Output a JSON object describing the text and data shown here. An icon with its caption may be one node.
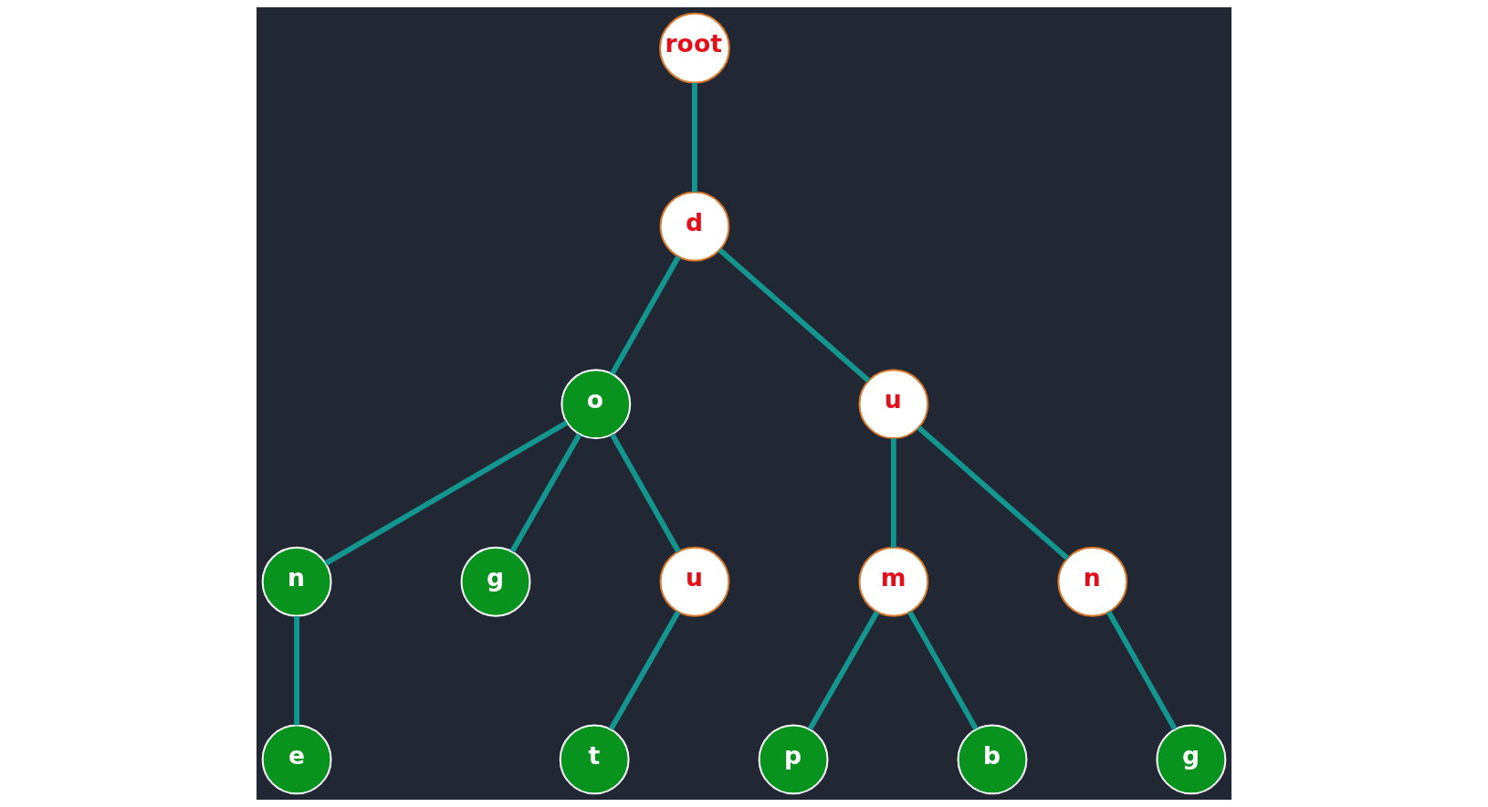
{
  "diagram": {
    "nodes": [
      {
        "text": [
          "root"
        ]
      },
      {
        "text": [
          "d"
        ]
      },
      {
        "text": [
          "o"
        ]
      },
      {
        "text": [
          "u"
        ]
      },
      {
        "text": [
          "n"
        ]
      },
      {
        "text": [
          "g"
        ]
      },
      {
        "text": [
          "u"
        ]
      },
      {
        "text": [
          "m"
        ]
      },
      {
        "text": [
          "n"
        ]
      },
      {
        "text": [
          "e"
        ]
      },
      {
        "text": [
          "t"
        ]
      },
      {
        "text": [
          "p"
        ]
      },
      {
        "text": [
          "b"
        ]
      },
      {
        "text": [
          "g"
        ]
      }
    ],
    "edges": [
      {
        "from": 0,
        "to": 1,
        "arrow": "none"
      },
      {
        "from": 1,
        "to": 2,
        "arrow": "none"
      },
      {
        "from": 1,
        "to": 3,
        "arrow": "none"
      },
      {
        "from": 2,
        "to": 4,
        "arrow": "none"
      },
      {
        "from": 2,
        "to": 5,
        "arrow": "none"
      },
      {
        "from": 2,
        "to": 6,
        "arrow": "none"
      },
      {
        "from": 3,
        "to": 7,
        "arrow": "none"
      },
      {
        "from": 3,
        "to": 8,
        "arrow": "none"
      },
      {
        "from": 4,
        "to": 9,
        "arrow": "none"
      },
      {
        "from": 6,
        "to": 10,
        "arrow": "none"
      },
      {
        "from": 7,
        "to": 11,
        "arrow": "none"
      },
      {
        "from": 7,
        "to": 12,
        "arrow": "none"
      },
      {
        "from": 8,
        "to": 13,
        "arrow": "none"
      }
    ]
  }
}
